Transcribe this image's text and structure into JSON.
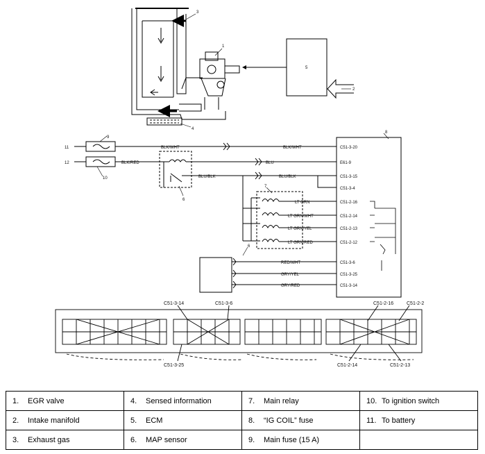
{
  "callouts": [
    "1",
    "2",
    "3",
    "4",
    "5",
    "6",
    "7",
    "8",
    "9",
    "10",
    "11",
    "12"
  ],
  "wires": {
    "blk_wht_left": "BLK/WHT",
    "blk_wht_right": "BLK/WHT",
    "blk_red": "BLK/RED",
    "blu": "BLU",
    "blu_blk_left": "BLU/BLK",
    "blu_blk_right": "BLU/BLK",
    "lt_grn": "LT GRN",
    "lt_grn_wht": "LT GRN/WHT",
    "lt_grn_yel": "LT GRN/YEL",
    "lt_grn_red": "LT GRN/RED",
    "red_wht": "RED/WHT",
    "gry_yel": "GRY/YEL",
    "gry_red": "GRY/RED"
  },
  "terminals": [
    "C51-3-20",
    "E61-9",
    "C51-3-15",
    "C51-3-4",
    "C51-2-16",
    "C51-2-14",
    "C51-2-13",
    "C51-2-12",
    "C51-3-6",
    "C51-3-25",
    "C51-3-14"
  ],
  "connector_labels": {
    "top": [
      "C51-3-14",
      "C51-3-6",
      "C51-2-16",
      "C51-2-2"
    ],
    "bottom": [
      "C51-3-25",
      "C51-2-14",
      "C51-2-13"
    ]
  },
  "legend": [
    [
      {
        "num": "1.",
        "text": "EGR valve"
      },
      {
        "num": "4.",
        "text": "Sensed information"
      },
      {
        "num": "7.",
        "text": "Main relay"
      },
      {
        "num": "10.",
        "text": "To ignition switch"
      }
    ],
    [
      {
        "num": "2.",
        "text": "Intake manifold"
      },
      {
        "num": "5.",
        "text": "ECM"
      },
      {
        "num": "8.",
        "text": "“IG COIL” fuse"
      },
      {
        "num": "11.",
        "text": "To battery"
      }
    ],
    [
      {
        "num": "3.",
        "text": "Exhaust gas"
      },
      {
        "num": "6.",
        "text": "MAP sensor"
      },
      {
        "num": "9.",
        "text": "Main fuse (15 A)"
      },
      {
        "num": "",
        "text": ""
      }
    ]
  ]
}
